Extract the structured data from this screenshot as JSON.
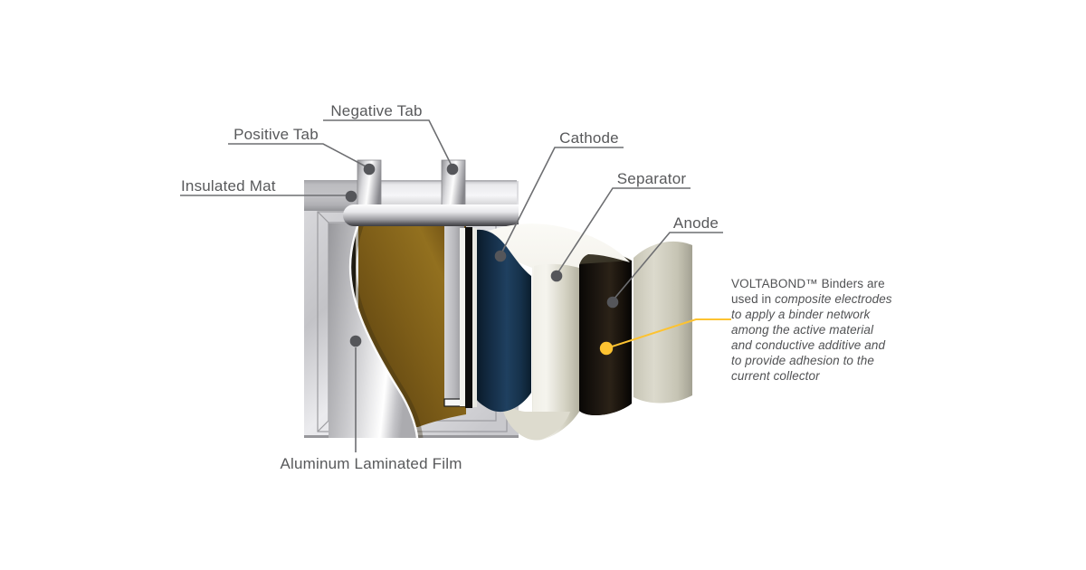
{
  "figure": {
    "title": "Pouch lithium-ion cell cutaway diagram",
    "labels": {
      "negative_tab": "Negative Tab",
      "positive_tab": "Positive Tab",
      "insulated_mat": "Insulated Mat",
      "cathode": "Cathode",
      "separator": "Separator",
      "anode": "Anode",
      "aluminum_laminated_film": "Aluminum Laminated Film"
    },
    "annotation": {
      "lead_text": "VOLTABOND™ Binders are used in ",
      "italic_text": "composite electrodes to apply a binder network among the active material and conductive additive and to provide adhesion to the current collector"
    },
    "colors": {
      "label_text": "#58595b",
      "leader_line": "#6d6e71",
      "marker_dot": "#55565a",
      "highlight_yellow": "#fdc331",
      "cathode_layer_blue": "#1d3c58",
      "anode_layer_black": "#17120b",
      "electrode_brown": "#7a5a17",
      "separator_cream": "#dddbd0",
      "metal_silver": "#d9d9dc"
    }
  }
}
